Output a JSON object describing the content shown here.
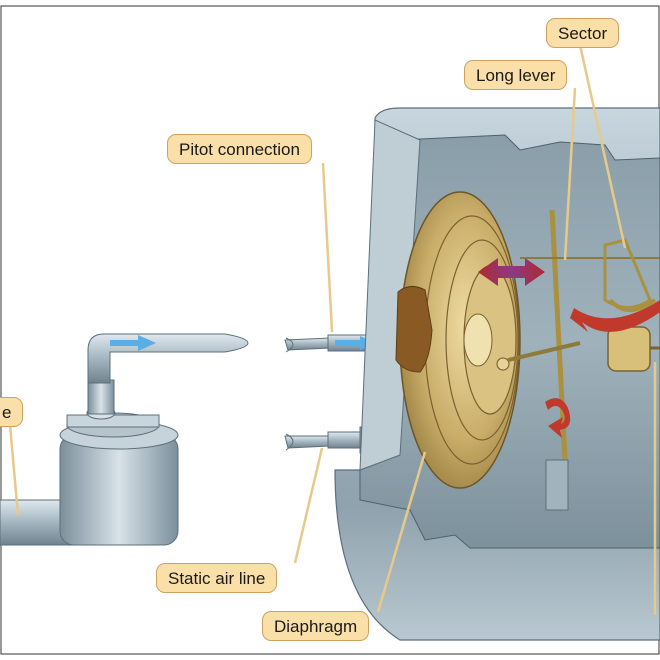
{
  "labels": {
    "sector": "Sector",
    "long_lever": "Long lever",
    "pitot_connection": "Pitot connection",
    "static_air_line": "Static air line",
    "diaphragm": "Diaphragm",
    "left_partial": "e"
  },
  "colors": {
    "callout_fill": "#fbdfa8",
    "callout_border": "#cda25e",
    "leader_line": "#e7c98a",
    "case_metal": "#a8b8c2",
    "case_interior": "#8fa3af",
    "diaphragm_brass": "#c9ad69",
    "airflow_arrow": "#5aaee6",
    "motion_arrow": "#c0392b"
  },
  "icons": {
    "airflow": "blue-arrow-icon",
    "motion": "double-headed-arrow-icon",
    "rotation": "curved-arrow-icon"
  }
}
